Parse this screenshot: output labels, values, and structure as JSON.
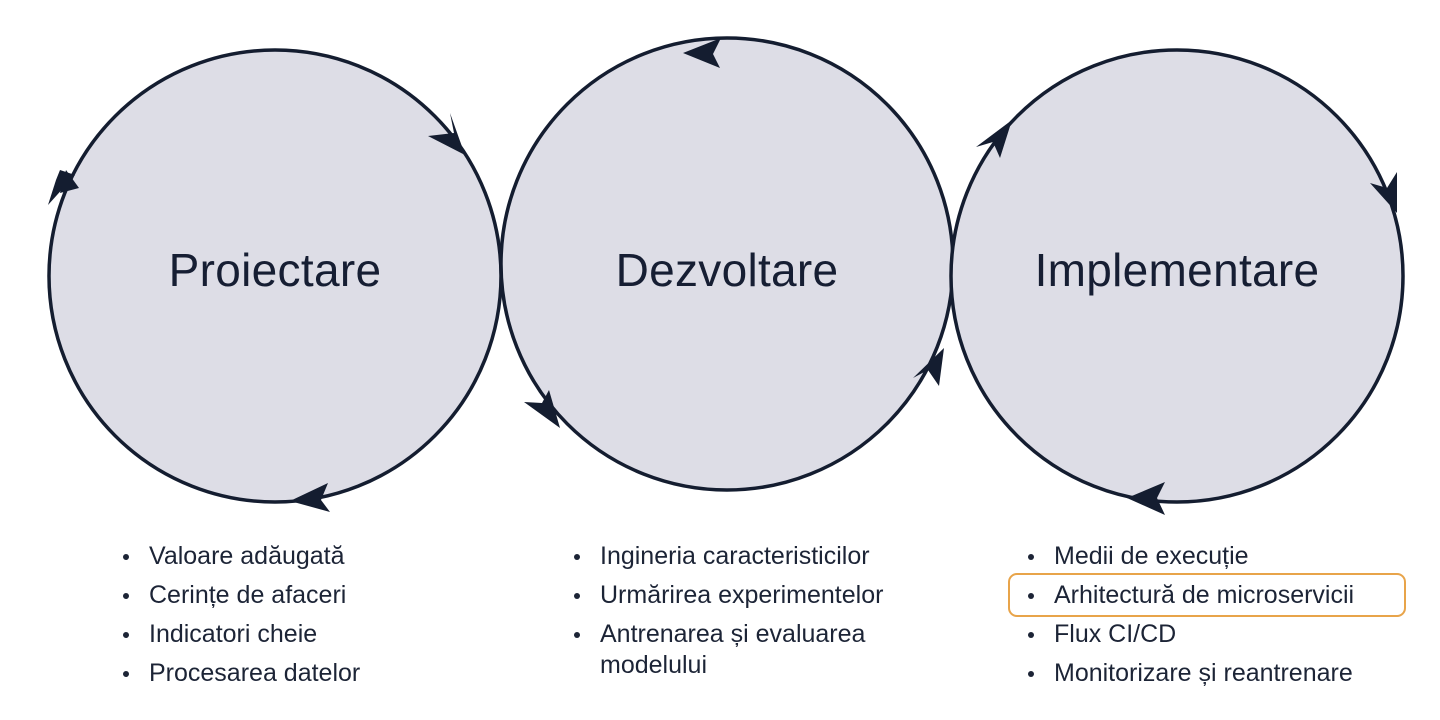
{
  "phases": [
    {
      "title": "Proiectare",
      "items": [
        "Valoare adăugată",
        "Cerințe de afaceri",
        "Indicatori cheie",
        "Procesarea datelor"
      ]
    },
    {
      "title": "Dezvoltare",
      "items": [
        "Ingineria caracteristicilor",
        "Urmărirea experimentelor",
        "Antrenarea și evaluarea modelului"
      ]
    },
    {
      "title": "Implementare",
      "items": [
        "Medii de execuție",
        "Arhitectură de microservicii",
        "Flux CI/CD",
        "Monitorizare și reantrenare"
      ],
      "highlighted_item": "Arhitectură de microservicii"
    }
  ],
  "colors": {
    "circle_fill": "#dddde6",
    "outline": "#141d30",
    "highlight": "#e8a44a"
  }
}
